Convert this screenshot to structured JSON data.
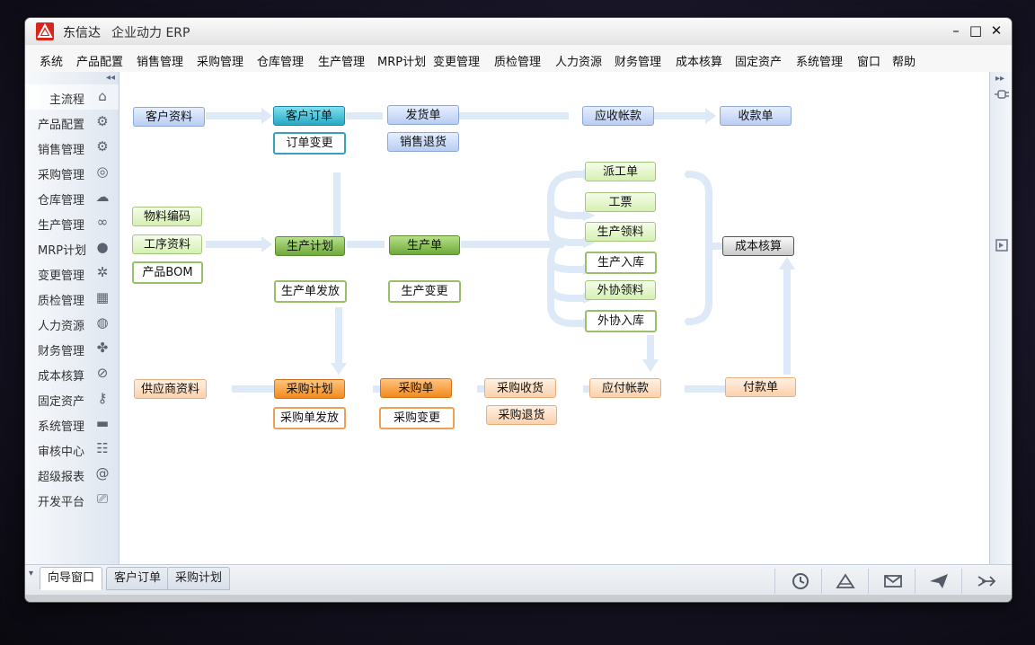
{
  "window": {
    "app_name": "东信达",
    "title": "企业动力 ERP",
    "minimize": "–",
    "maximize": "□",
    "close": "✕"
  },
  "menu": [
    "系统",
    "产品配置",
    "销售管理",
    "采购管理",
    "仓库管理",
    "生产管理",
    "MRP计划",
    "变更管理",
    "质检管理",
    "人力资源",
    "财务管理",
    "成本核算",
    "固定资产",
    "系统管理",
    "窗口",
    "帮助"
  ],
  "sidebar": {
    "collapse_icon": "double-chevron-left-icon",
    "items": [
      {
        "label": "主流程",
        "icon": "home-icon",
        "glyph": "⌂"
      },
      {
        "label": "产品配置",
        "icon": "gear-icon",
        "glyph": "⚙"
      },
      {
        "label": "销售管理",
        "icon": "gears-icon",
        "glyph": "⚙"
      },
      {
        "label": "采购管理",
        "icon": "target-icon",
        "glyph": "◎"
      },
      {
        "label": "仓库管理",
        "icon": "cloud-upload-icon",
        "glyph": "☁"
      },
      {
        "label": "生产管理",
        "icon": "link-icon",
        "glyph": "∞"
      },
      {
        "label": "MRP计划",
        "icon": "planet-icon",
        "glyph": "●"
      },
      {
        "label": "变更管理",
        "icon": "network-icon",
        "glyph": "✲"
      },
      {
        "label": "质检管理",
        "icon": "calendar-grid-icon",
        "glyph": "▦"
      },
      {
        "label": "人力资源",
        "icon": "globe-icon",
        "glyph": "◍"
      },
      {
        "label": "财务管理",
        "icon": "puzzle-icon",
        "glyph": "✤"
      },
      {
        "label": "成本核算",
        "icon": "paperclip-icon",
        "glyph": "⊘"
      },
      {
        "label": "固定资产",
        "icon": "key-icon",
        "glyph": "⚷"
      },
      {
        "label": "系统管理",
        "icon": "keyboard-icon",
        "glyph": "▬"
      },
      {
        "label": "审核中心",
        "icon": "sliders-icon",
        "glyph": "☷"
      },
      {
        "label": "超级报表",
        "icon": "at-icon",
        "glyph": "@"
      },
      {
        "label": "开发平台",
        "icon": "console-icon",
        "glyph": "⎚"
      }
    ]
  },
  "flow": {
    "sales": {
      "customer_info": "客户资料",
      "customer_order": "客户订单",
      "order_change": "订单变更",
      "delivery": "发货单",
      "sales_return": "销售退货",
      "receivable": "应收帐款",
      "receipt": "收款单"
    },
    "production": {
      "material_code": "物料编码",
      "process_info": "工序资料",
      "product_bom": "产品BOM",
      "production_plan": "生产计划",
      "production_release": "生产单发放",
      "production_order": "生产单",
      "production_change": "生产变更",
      "dispatch": "派工单",
      "work_ticket": "工票",
      "material_issue": "生产领料",
      "production_inbound": "生产入库",
      "outsource_issue": "外协领料",
      "outsource_inbound": "外协入库",
      "cost_accounting": "成本核算"
    },
    "purchase": {
      "supplier_info": "供应商资料",
      "purchase_plan": "采购计划",
      "purchase_release": "采购单发放",
      "purchase_order": "采购单",
      "purchase_change": "采购变更",
      "purchase_receipt": "采购收货",
      "purchase_return": "采购退货",
      "payable": "应付帐款",
      "payment": "付款单"
    }
  },
  "right_bar": {
    "top_icon": "double-chevron-right-icon",
    "plug_icon": "plug-icon",
    "dock_icon": "dock-panel-icon"
  },
  "tabs": [
    "向导窗口",
    "客户订单",
    "采购计划"
  ],
  "tabs_menu_icon": "chevron-down-icon",
  "toolbar_icons": [
    "clock-icon",
    "pen-ruler-icon",
    "mail-icon",
    "send-icon",
    "exit-icon"
  ],
  "colors": {
    "flow_arrow": "#dde9f6",
    "accent_red": "#d9261c",
    "cyan": "#27a8c4",
    "green": "#6ea93a",
    "orange": "#f28a1c",
    "peach": "#fbd1ad"
  }
}
